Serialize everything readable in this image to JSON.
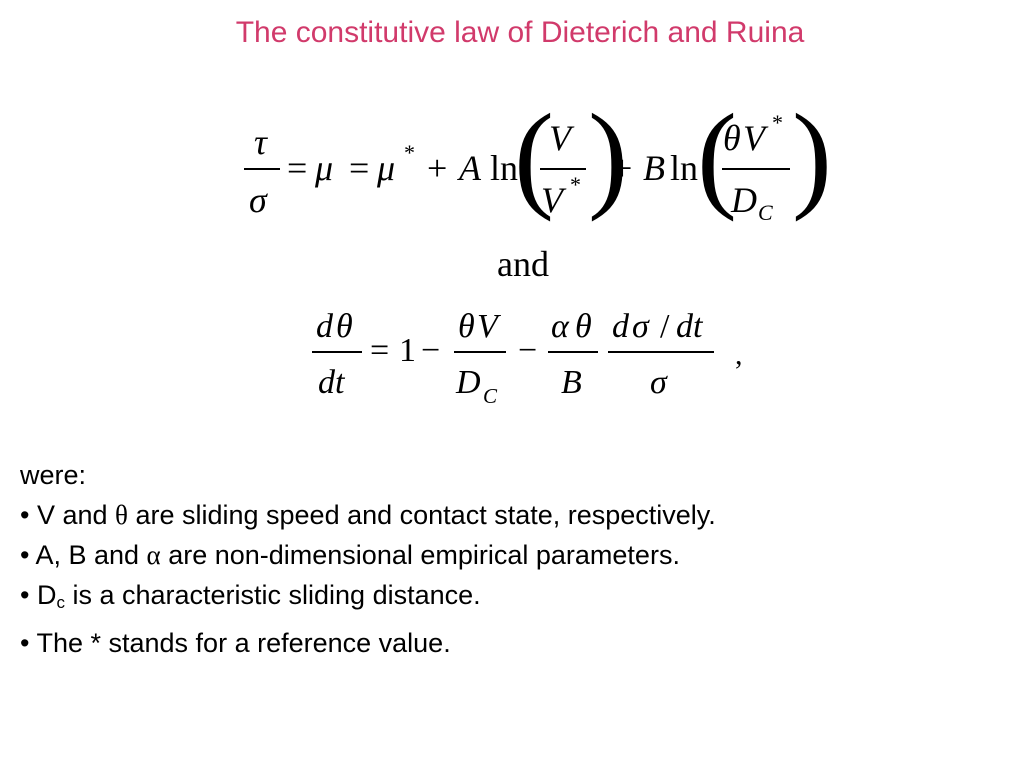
{
  "slide": {
    "title": "The constitutive law of Dieterich and Ruina",
    "eq1": {
      "tau": "τ",
      "sigma": "σ",
      "eq": "=",
      "mu": "μ",
      "eq2": "=",
      "mu2": "μ",
      "star": "*",
      "plus": "+",
      "A": "A",
      "ln": "ln",
      "V": "V",
      "Vd": "V",
      "star2": "*",
      "plus2": "+",
      "B": "B",
      "ln2": "ln",
      "theta": "θ",
      "V3": "V",
      "star3": "*",
      "D": "D",
      "C": "C"
    },
    "and": "and",
    "eq2": {
      "dtheta_d": "d",
      "dtheta_t": "θ",
      "dt": "dt",
      "eq": "=",
      "one": "1",
      "minus": "−",
      "thetaV_t": "θ",
      "thetaV_V": "V",
      "D": "D",
      "C": "C",
      "minus2": "−",
      "alpha": "α",
      "theta2": "θ",
      "B": "B",
      "dsig_d": "d",
      "dsig_s": "σ",
      "slash": "/",
      "dt2": "dt",
      "sigma": "σ",
      "comma": ","
    },
    "bullets": {
      "intro": "were:",
      "b1_pre": "• V and ",
      "b1_sym": "θ",
      "b1_post": " are sliding speed and contact state, respectively.",
      "b2_pre": "• A, B and ",
      "b2_sym": "α",
      "b2_post": " are non-dimensional empirical parameters.",
      "b3_pre": "• D",
      "b3_sub": "c",
      "b3_post": " is a characteristic sliding distance.",
      "b4": "• The * stands for a reference value."
    }
  }
}
